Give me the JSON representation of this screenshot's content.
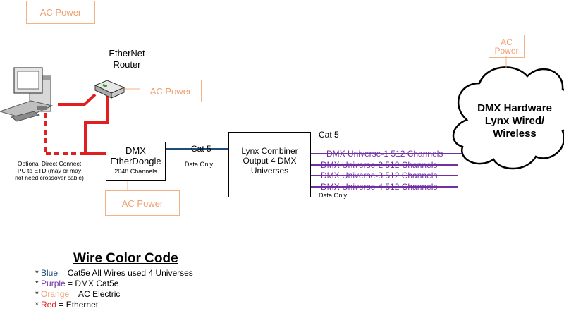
{
  "ac_power": {
    "top_left": "AC Power",
    "router": "AC Power",
    "dongle": "AC Power",
    "cloud": "AC Power"
  },
  "router_label": "EtherNet Router",
  "dongle": {
    "title": "DMX EtherDongle",
    "channels": "2048 Channels"
  },
  "link_cat5_label": "Cat 5",
  "link_data_only_label": "Data Only",
  "combiner": {
    "text": "Lynx Combiner Output 4 DMX Universes"
  },
  "output_cat5_label": "Cat 5",
  "output_data_only_label": "Data Only",
  "universes": [
    "DMX Universe-1 512 Channels",
    "DMX Universe-2 512 Channels",
    "DMX Universe-3 512 Channels",
    "DMX Universe-4 512 Channels"
  ],
  "cloud_text": "DMX Hardware Lynx Wired/ Wireless",
  "pc_note": "Optional Direct Connect PC to ETD (may or may not need crossover cable)",
  "legend": {
    "title": "Wire Color Code",
    "items": [
      {
        "prefix": "* ",
        "color_word": "Blue",
        "rest": " = Cat5e  All Wires used 4 Universes",
        "color": "#1f4e79"
      },
      {
        "prefix": "* ",
        "color_word": "Purple",
        "rest": " = DMX Cat5e",
        "color": "#7030a0"
      },
      {
        "prefix": "* ",
        "color_word": "Orange",
        "rest": " = AC Electric",
        "color": "#f0a070"
      },
      {
        "prefix": "* ",
        "color_word": "Red",
        "rest": " = Ethernet",
        "color": "#e02020"
      }
    ]
  },
  "colors": {
    "ethernet": "#e02020",
    "cat5e": "#1f4e79",
    "dmx": "#7030a0",
    "ac": "#f4b183"
  }
}
